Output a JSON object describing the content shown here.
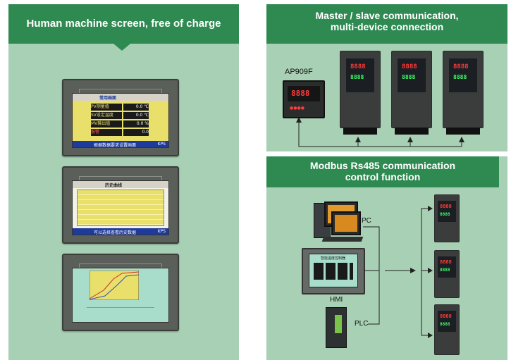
{
  "left_section": {
    "banner": "Human machine screen, free of charge",
    "screens": [
      {
        "title": "常用画面",
        "rows": [
          "PV测量值",
          "SV设定温度",
          "MV输出值",
          "报警"
        ],
        "values": [
          "0.0 ℃",
          "0.0 ℃",
          "0.0 %",
          "0.0"
        ],
        "footer": "根据数据要求设置画面",
        "brand": "KPS"
      },
      {
        "title": "历史曲线",
        "footer": "可以选择查看历史数据",
        "brand": "KPS"
      },
      {
        "title": "",
        "footer": ""
      }
    ]
  },
  "right_top_section": {
    "banner_line1": "Master / slave communication,",
    "banner_line2": "multi-device connection",
    "master_label": "AP909F",
    "master_digits": "8888",
    "controller_digits": [
      "8888",
      "8888",
      "8888"
    ]
  },
  "right_bottom_section": {
    "banner_line1": "Modbus Rs485 communication",
    "banner_line2": "control function",
    "labels": {
      "pc": "PC",
      "hmi": "HMI",
      "plc": "PLC"
    },
    "hmi_screen_title": "智能温度控制器"
  },
  "colors": {
    "panel": "#a8d0b4",
    "banner": "#2f8a52",
    "led_red": "#ff3b3b",
    "led_green": "#3cff6a",
    "screen_yellow": "#e8e06a"
  }
}
